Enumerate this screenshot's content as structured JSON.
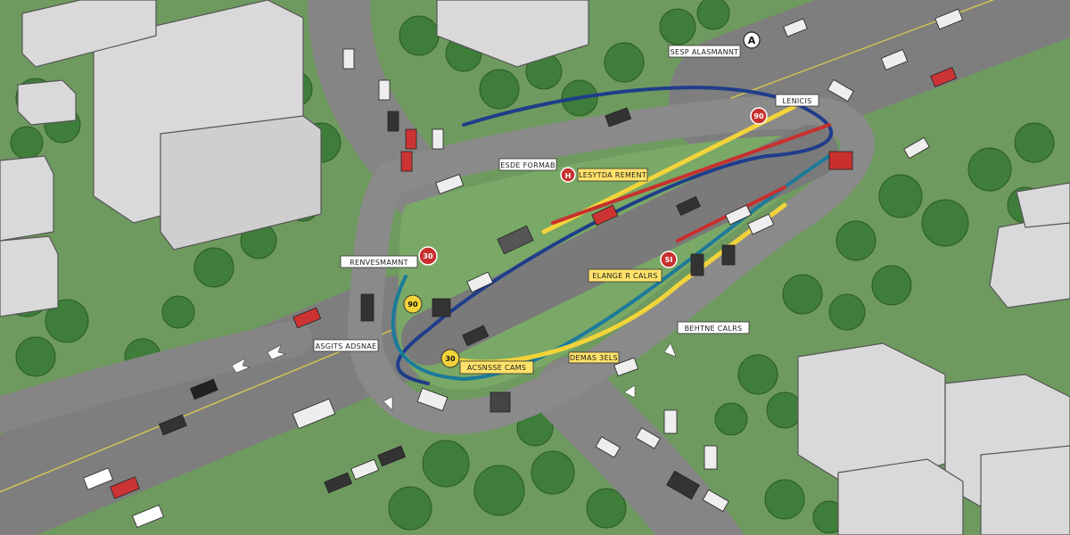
{
  "map": {
    "labels": {
      "sign_a": "SESP ALASMANNT",
      "lane_b": "LENICIS",
      "route_left_top": "ESDE FORMAB",
      "route_red": "LESYTDA REMENT",
      "left_entry": "RENVESMAMNT",
      "center_right": "ELANGE R CALRS",
      "left_exit": "ASGITS ADSNAE",
      "bottom_center": "ACSNSSE CAMS",
      "right_label": "BEHTNE CALRS",
      "number_left": "DEMAS 3ELS"
    },
    "signs": {
      "a": "A",
      "h_top": "H",
      "circle_top": "90",
      "circle_left": "30",
      "circle_right": "SI",
      "yellow_left": "90",
      "yellow_bottom": "30"
    },
    "colors": {
      "grass": "#7aa866",
      "trees": "#3d7d3a",
      "road": "#8c8c8c",
      "route_blue": "#1f3d8a",
      "route_teal": "#1c7a9a",
      "route_yellow": "#f2d43a",
      "route_red": "#c8302e"
    }
  }
}
